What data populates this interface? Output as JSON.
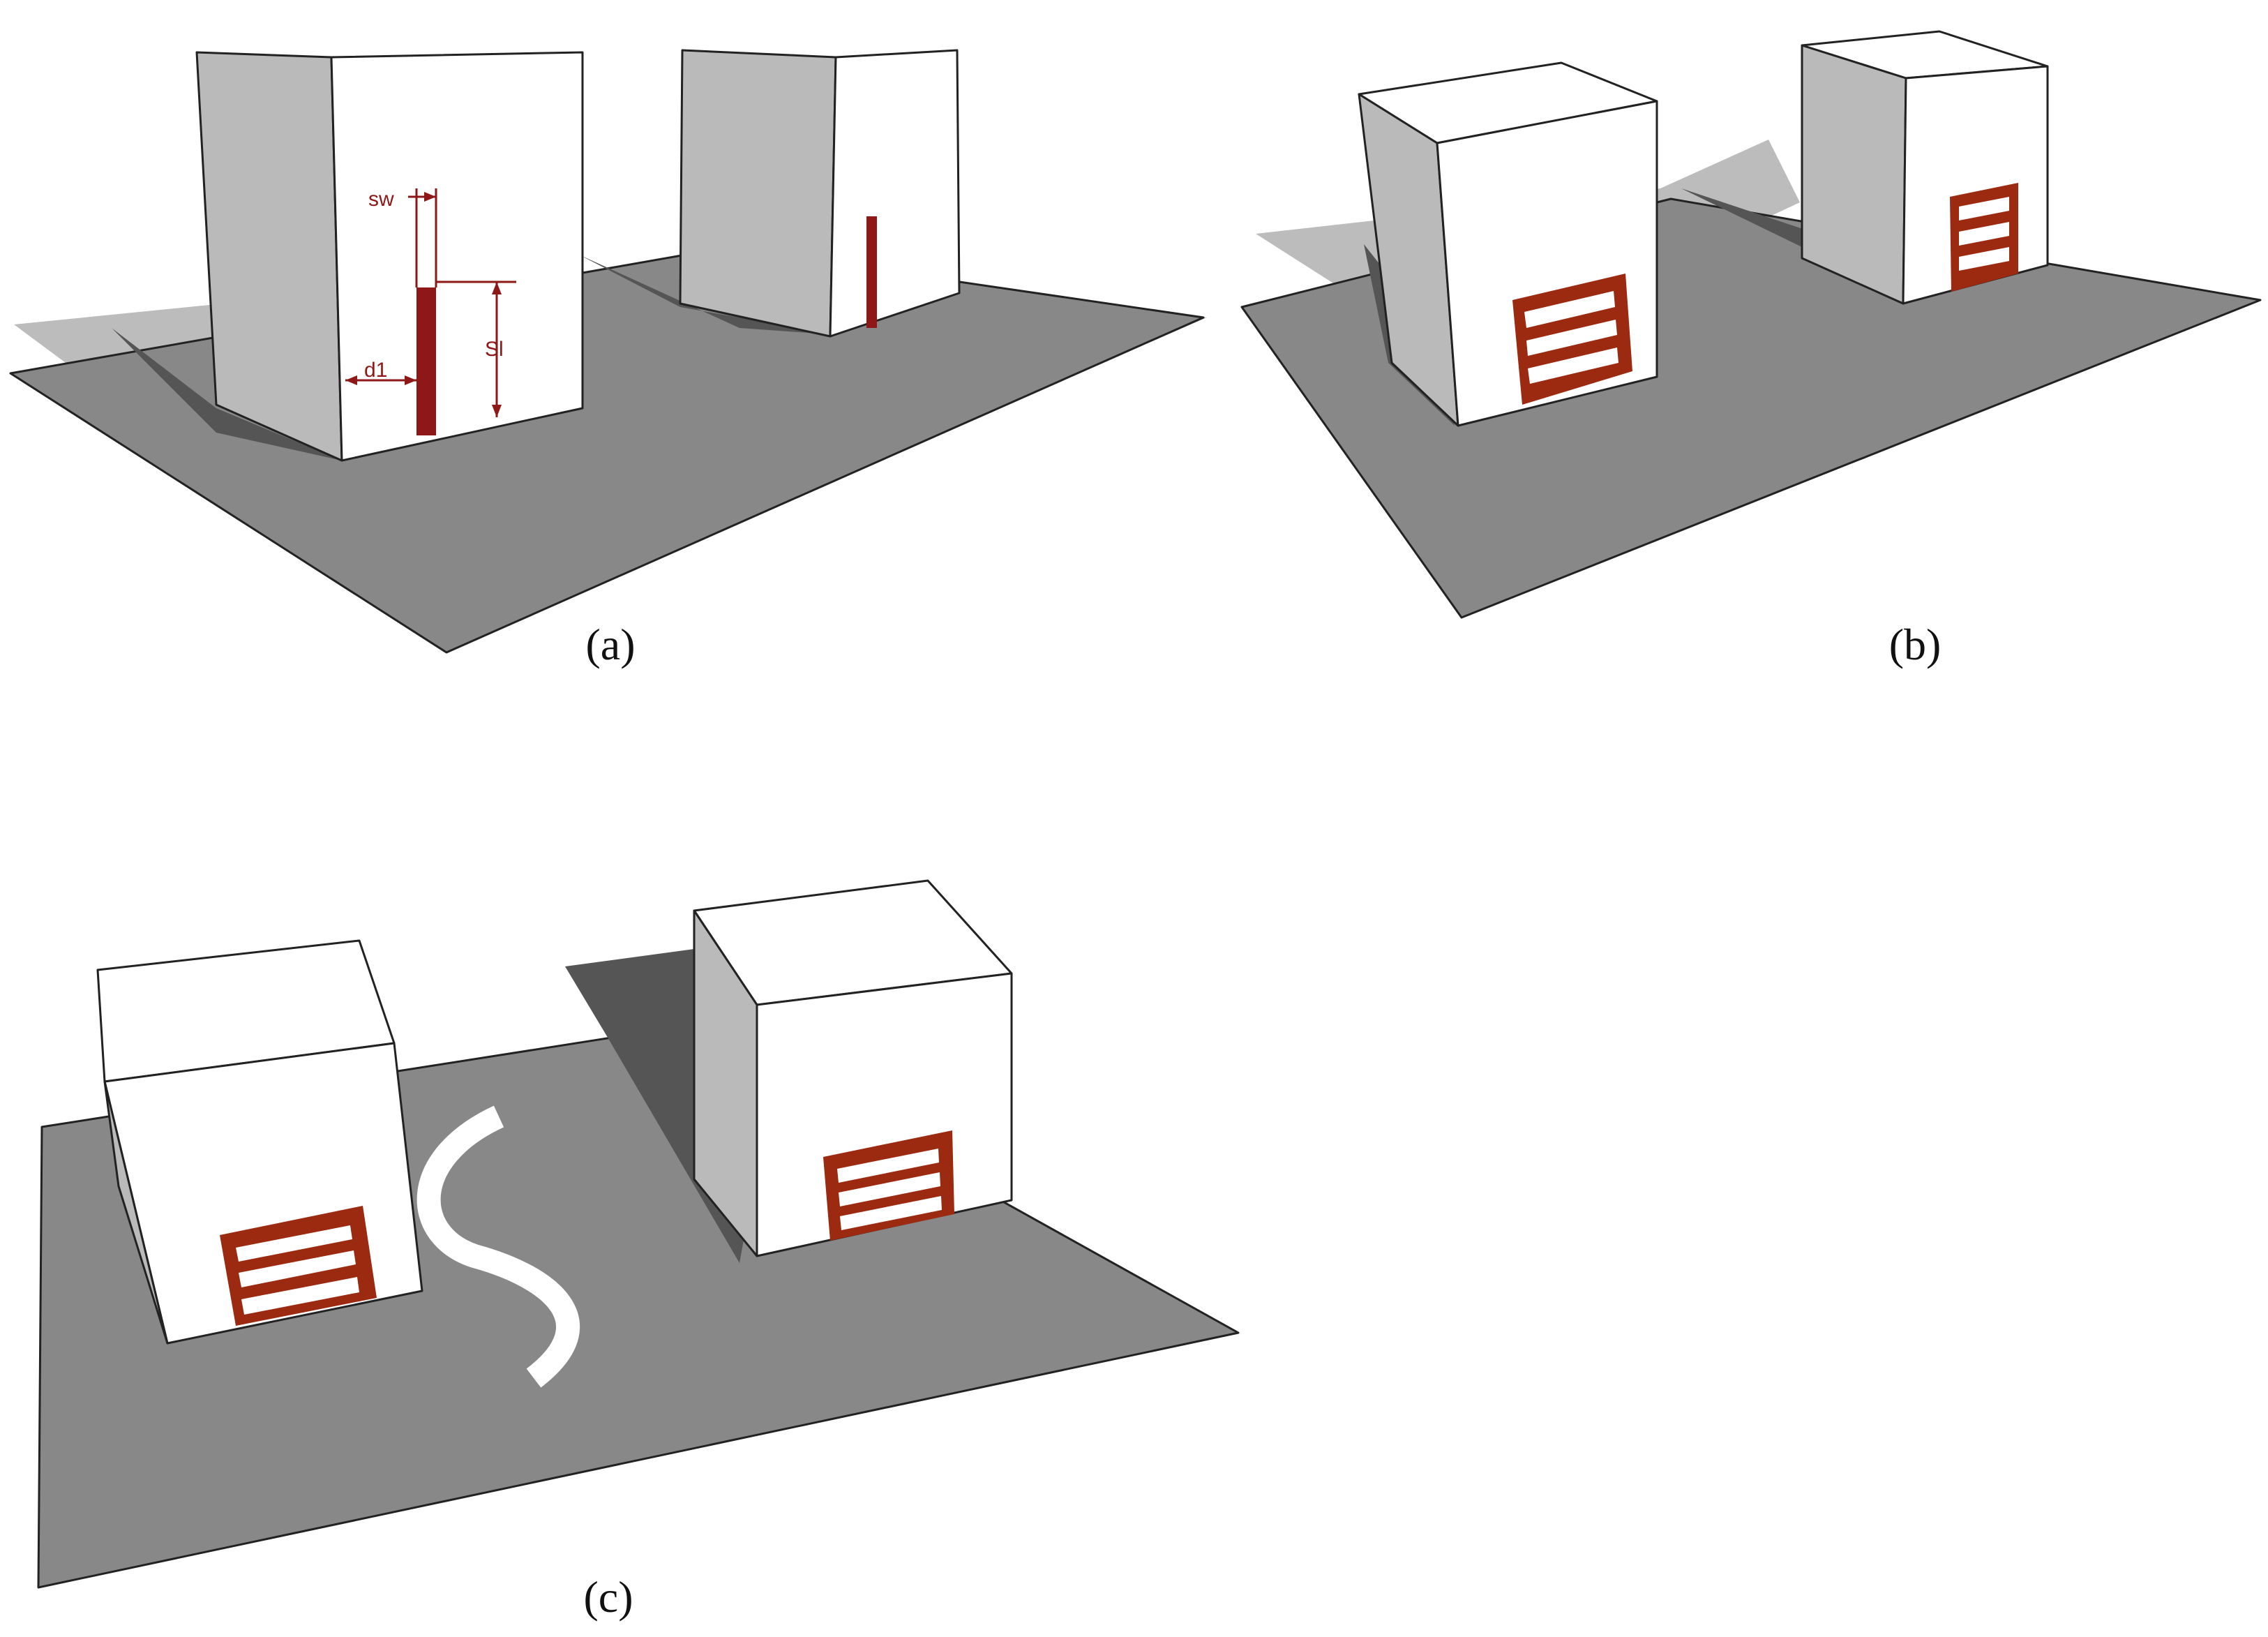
{
  "colors": {
    "ground": "#888888",
    "shadow": "#555555",
    "ground_ghost": "#b0b0b0",
    "wall_lit": "#ffffff",
    "wall_shade": "#bababa",
    "slot": "#8e1818",
    "ladder": "#9b2a10",
    "dimension": "#8e1818",
    "edge": "#222222"
  },
  "panels": [
    {
      "id": "a",
      "caption": "(a)",
      "slot_type": "single-slot"
    },
    {
      "id": "b",
      "caption": "(b)",
      "slot_type": "ladder-slot"
    },
    {
      "id": "c",
      "caption": "(c)",
      "slot_type": "ladder-slot-with-s-parasitic"
    }
  ],
  "dimensions": {
    "sw": "sw",
    "sl": "Sl",
    "d1": "d1"
  }
}
